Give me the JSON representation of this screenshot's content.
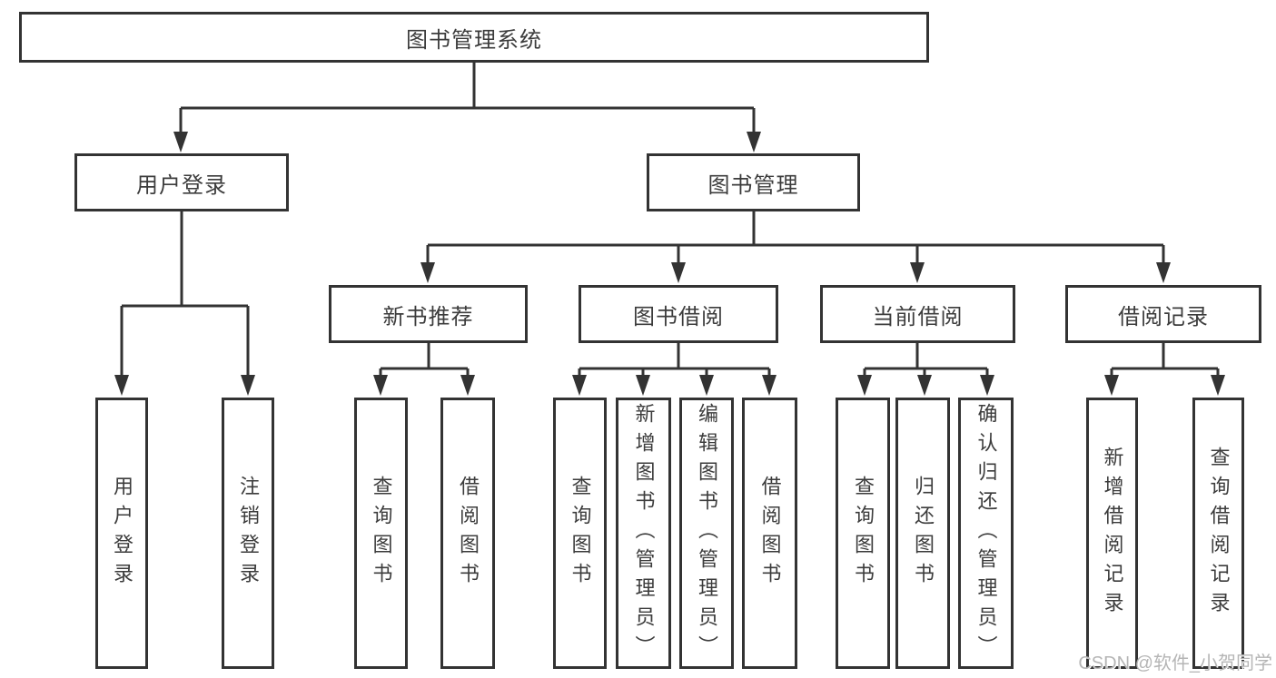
{
  "diagram_title": "图书管理系统",
  "tree": {
    "root": "图书管理系统",
    "children": [
      {
        "label": "用户登录",
        "children": [
          "用户登录",
          "注销登录"
        ]
      },
      {
        "label": "图书管理",
        "children": [
          {
            "label": "新书推荐",
            "children": [
              "查询图书",
              "借阅图书"
            ]
          },
          {
            "label": "图书借阅",
            "children": [
              "查询图书",
              "新增图书（管理员）",
              "编辑图书（管理员）",
              "借阅图书"
            ]
          },
          {
            "label": "当前借阅",
            "children": [
              "查询图书",
              "归还图书",
              "确认归还（管理员）"
            ]
          },
          {
            "label": "借阅记录",
            "children": [
              "新增借阅记录",
              "查询借阅记录"
            ]
          }
        ]
      }
    ]
  },
  "watermark": {
    "text": "CSDN @软件_小贺同学"
  },
  "colors": {
    "line": "#333333",
    "text": "#3c3c3c",
    "background": "#ffffff",
    "watermark": "#b5b5b5"
  }
}
